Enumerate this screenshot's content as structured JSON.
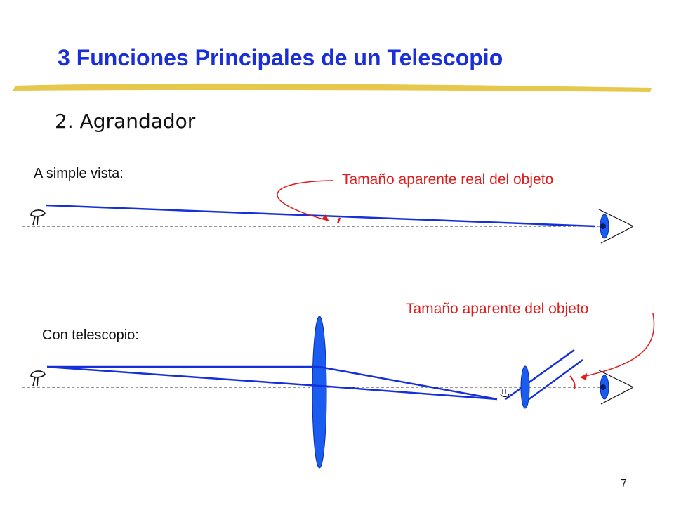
{
  "slide": {
    "title": "3 Funciones Principales  de un Telescopio",
    "subtitle": "2. Agrandador",
    "page_number": "7"
  },
  "diagram": {
    "naked_eye_label": "A simple vista:",
    "real_size_label": "Tamaño aparente real del objeto",
    "telescope_label": "Con telescopio:",
    "apparent_size_label": "Tamaño aparente del objeto",
    "object_icon": "mushroom-icon",
    "observer_icon": "eye-icon"
  },
  "colors": {
    "title": "#1a2fd6",
    "rays": "#1530d8",
    "lens_fill": "#1a5cf0",
    "annotation": "#e01b1b",
    "underline": "#e3c23a"
  }
}
